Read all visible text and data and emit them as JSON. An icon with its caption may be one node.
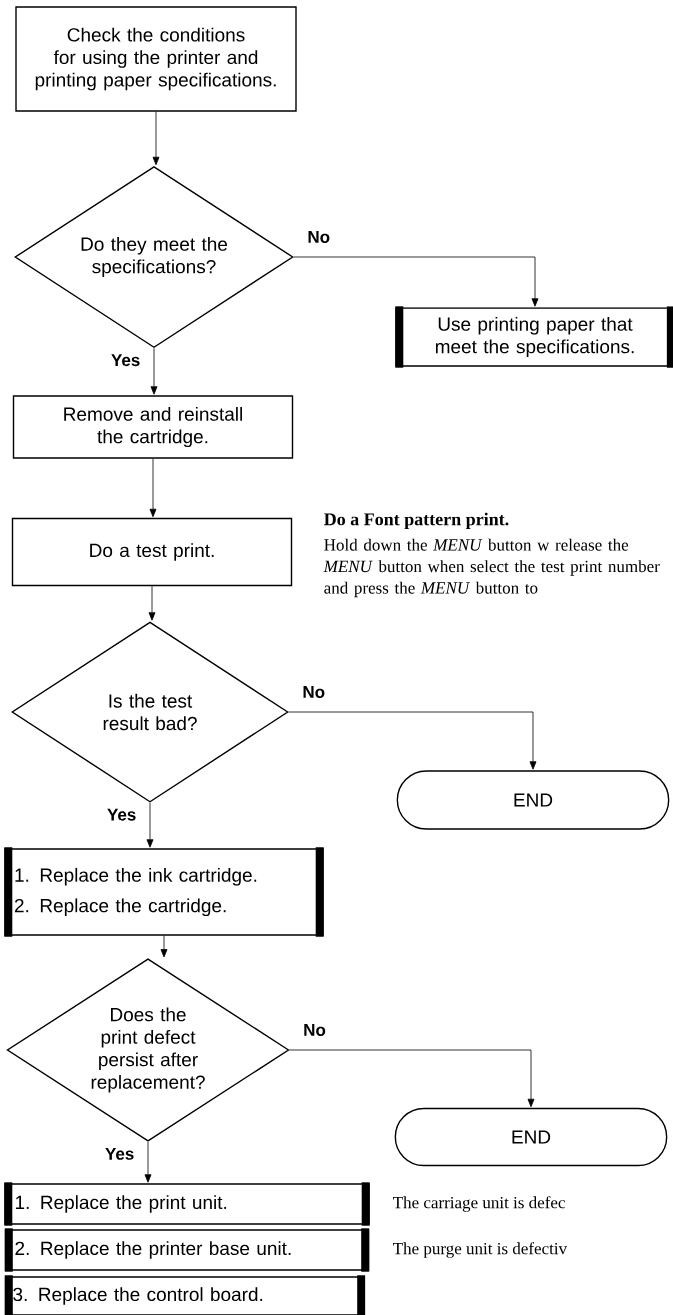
{
  "diagram": {
    "nodes": [
      {
        "text": [
          "Check the conditions for using the printer and printing paper specifications."
        ]
      },
      {
        "text": [
          "Do they meet the specifications?"
        ]
      },
      {
        "text": [
          "Use printing paper that meet the specifications."
        ]
      },
      {
        "text": [
          "Remove and reinstall the cartridge."
        ]
      },
      {
        "text": [
          "Do a test print."
        ],
        "beside": [
          "Do a Font pattern print.",
          "Hold down the *MENU* button w release the *MENU* button when select the test print number and press the *MENU* button to"
        ]
      },
      {
        "text": [
          "Is the test result bad?"
        ]
      },
      {
        "text": [
          "END"
        ]
      },
      {
        "text": [
          "1. Replace the ink cartridge.",
          "2. Replace the cartridge."
        ]
      },
      {
        "text": [
          "Does the print defect persist after replacement?"
        ]
      },
      {
        "text": [
          "END"
        ]
      },
      {
        "text": [
          "1. Replace the print unit."
        ],
        "beside": [
          "The carriage unit is defec"
        ]
      },
      {
        "text": [
          "2. Replace the printer base unit."
        ],
        "beside": [
          "The purge unit is defectiv"
        ]
      },
      {
        "text": [
          "3. Replace the control board."
        ]
      }
    ],
    "edges": [
      {
        "from": 0,
        "to": 1,
        "arrow": "to"
      },
      {
        "from": 1,
        "to": 2,
        "arrow": "to",
        "label": "No"
      },
      {
        "from": 1,
        "to": 3,
        "arrow": "to",
        "label": "Yes"
      },
      {
        "from": 3,
        "to": 4,
        "arrow": "to"
      },
      {
        "from": 4,
        "to": 5,
        "arrow": "to"
      },
      {
        "from": 5,
        "to": 6,
        "arrow": "to",
        "label": "No"
      },
      {
        "from": 5,
        "to": 7,
        "arrow": "to",
        "label": "Yes"
      },
      {
        "from": 7,
        "to": 8,
        "arrow": "to"
      },
      {
        "from": 8,
        "to": 9,
        "arrow": "to",
        "label": "No"
      },
      {
        "from": 8,
        "to": 10,
        "arrow": "to",
        "label": "Yes"
      }
    ]
  }
}
